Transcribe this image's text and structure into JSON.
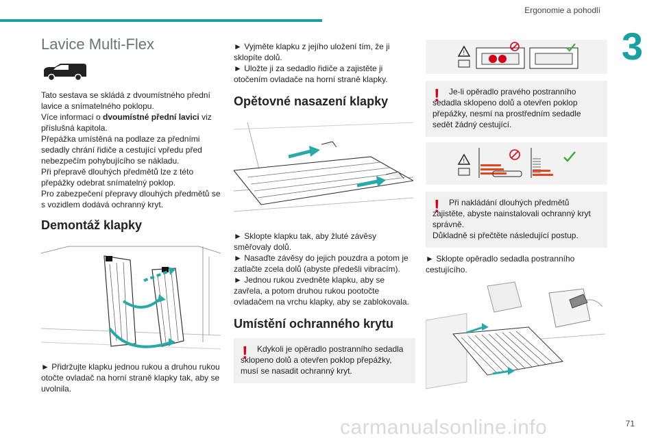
{
  "header": {
    "section_title": "Ergonomie a pohodlí",
    "chapter_number": "3",
    "page_number": "71"
  },
  "watermark": "carmanualsonline.info",
  "colors": {
    "accent": "#1aa0a0",
    "warning": "#d0021b"
  },
  "col1": {
    "title": "Lavice Multi-Flex",
    "icon": "van-icon",
    "intro": [
      "Tato sestava se skládá z dvoumístného přední lavice a snímatelného poklopu.",
      {
        "pre": "Více informací o ",
        "bold": "dvoumístné přední lavici",
        "post": " viz příslušná kapitola."
      },
      "Přepážka umístěná na podlaze za předními sedadly chrání řidiče a cestující vpředu před nebezpečím pohybujícího se nákladu.",
      "Při přepravě dlouhých předmětů lze z této přepážky odebrat snímatelný poklop.",
      "Pro zabezpečení přepravy dlouhých předmětů se s vozidlem dodává ochranný kryt."
    ],
    "section2_title": "Demontáž klapky",
    "step": "► Přidržujte klapku jednou rukou a druhou rukou otočte ovladač na horní straně klapky tak, aby se uvolnila."
  },
  "col2": {
    "steps_top": [
      "► Vyjměte klapku z jejího uložení tím, že ji sklopíte dolů.",
      "► Uložte ji za sedadlo řidiče a zajistěte ji otočením ovladače na horní straně klapky."
    ],
    "section_title": "Opětovné nasazení klapky",
    "steps": [
      "► Sklopte klapku tak, aby žluté závěsy směřovaly dolů.",
      "► Nasaďte závěsy do jejich pouzdra a potom je zatlačte zcela dolů (abyste předešli vibracím).",
      "► Jednou rukou zvedněte klapku, aby se zavřela, a potom druhou rukou pootočte ovladačem na vrchu klapky, aby se zablokovala."
    ],
    "section2_title": "Umístění ochranného krytu",
    "warning": "Kdykoli je opěradlo postranního sedadla sklopeno dolů a otevřen poklop přepážky, musí se nasadit ochranný kryt."
  },
  "col3": {
    "warning1": "Je-li opěradlo pravého postranního sedadla sklopeno dolů a otevřen poklop přepážky, nesmí na prostředním sedadle sedět žádný cestující.",
    "warning2_line1": "Při nakládání dlouhých předmětů zajistěte, abyste nainstalovali ochranný kryt správně.",
    "warning2_line2": "Důkladně si přečtěte následující postup.",
    "step": "► Sklopte opěradlo sedadla postranního cestujícího."
  }
}
